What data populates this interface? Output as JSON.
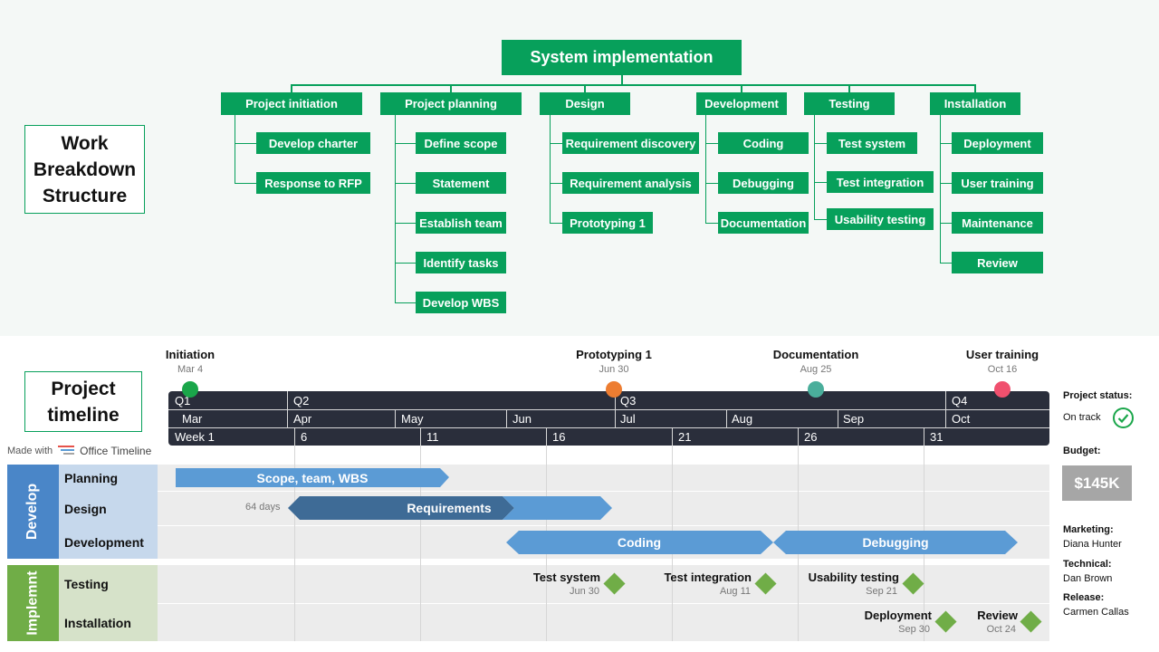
{
  "wbs": {
    "title": "Work Breakdown Structure",
    "root": "System implementation",
    "branches": [
      {
        "label": "Project initiation",
        "children": [
          "Develop charter",
          "Response to RFP"
        ]
      },
      {
        "label": "Project planning",
        "children": [
          "Define scope",
          "Statement",
          "Establish team",
          "Identify tasks",
          "Develop WBS"
        ]
      },
      {
        "label": "Design",
        "children": [
          "Requirement discovery",
          "Requirement analysis",
          "Prototyping 1"
        ]
      },
      {
        "label": "Development",
        "children": [
          "Coding",
          "Debugging",
          "Documentation"
        ]
      },
      {
        "label": "Testing",
        "children": [
          "Test system",
          "Test integration",
          "Usability testing"
        ]
      },
      {
        "label": "Installation",
        "children": [
          "Deployment",
          "User training",
          "Maintenance",
          "Review"
        ]
      }
    ]
  },
  "timeline": {
    "title": "Project timeline",
    "made_with": "Made with",
    "brand": "Office Timeline",
    "milestones": [
      {
        "label": "Initiation",
        "date": "Mar 4",
        "color": "#1aa64a"
      },
      {
        "label": "Prototyping 1",
        "date": "Jun 30",
        "color": "#ed7d31"
      },
      {
        "label": "Documentation",
        "date": "Aug 25",
        "color": "#4aae9b"
      },
      {
        "label": "User training",
        "date": "Oct 16",
        "color": "#f0506e"
      }
    ],
    "quarters": [
      "Q1",
      "Q2",
      "Q3",
      "Q4"
    ],
    "months": [
      "Mar",
      "Apr",
      "May",
      "Jun",
      "Jul",
      "Aug",
      "Sep",
      "Oct"
    ],
    "weeks": [
      "Week 1",
      "6",
      "11",
      "16",
      "21",
      "26",
      "31"
    ],
    "groups": [
      {
        "label": "Develop",
        "color": "#4a86c8",
        "rows_color": "#c6d8ec"
      },
      {
        "label": "Implemnt",
        "color": "#70ad47",
        "rows_color": "#d6e2c9"
      }
    ],
    "rows": [
      "Planning",
      "Design",
      "Development",
      "Testing",
      "Installation"
    ],
    "tasks": [
      {
        "label": "Scope, team, WBS",
        "color": "#5b9bd5"
      },
      {
        "label": "Requirements",
        "color": "#3e6b96",
        "duration": "64 days"
      },
      {
        "label": "Coding",
        "color": "#5b9bd5"
      },
      {
        "label": "Debugging",
        "color": "#5b9bd5"
      }
    ],
    "diamond_milestones": [
      {
        "label": "Test system",
        "date": "Jun 30"
      },
      {
        "label": "Test integration",
        "date": "Aug 11"
      },
      {
        "label": "Usability testing",
        "date": "Sep 21"
      },
      {
        "label": "Deployment",
        "date": "Sep 30"
      },
      {
        "label": "Review",
        "date": "Oct 24"
      }
    ]
  },
  "sidebar": {
    "status_label": "Project status:",
    "status_value": "On track",
    "status_icon": "check-circle-icon",
    "budget_label": "Budget:",
    "budget_value": "$145K",
    "marketing_label": "Marketing:",
    "marketing_value": "Diana Hunter",
    "technical_label": "Technical:",
    "technical_value": "Dan Brown",
    "release_label": "Release:",
    "release_value": "Carmen Callas"
  }
}
